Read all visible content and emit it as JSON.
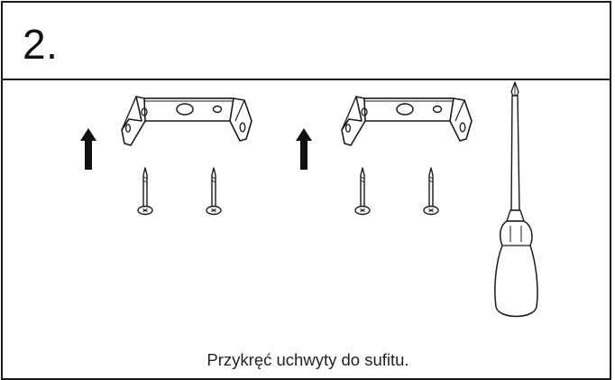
{
  "step": {
    "number": "2."
  },
  "instruction": {
    "caption": "Przykręć uchwyty do sufitu."
  },
  "illustration": {
    "groups": [
      {
        "parts": [
          "up-arrow",
          "mounting-bracket",
          "screw",
          "screw"
        ]
      },
      {
        "parts": [
          "up-arrow",
          "mounting-bracket",
          "screw",
          "screw"
        ]
      }
    ],
    "tool": "screwdriver"
  },
  "colors": {
    "line": "#1a1a1a",
    "background": "#ffffff"
  }
}
